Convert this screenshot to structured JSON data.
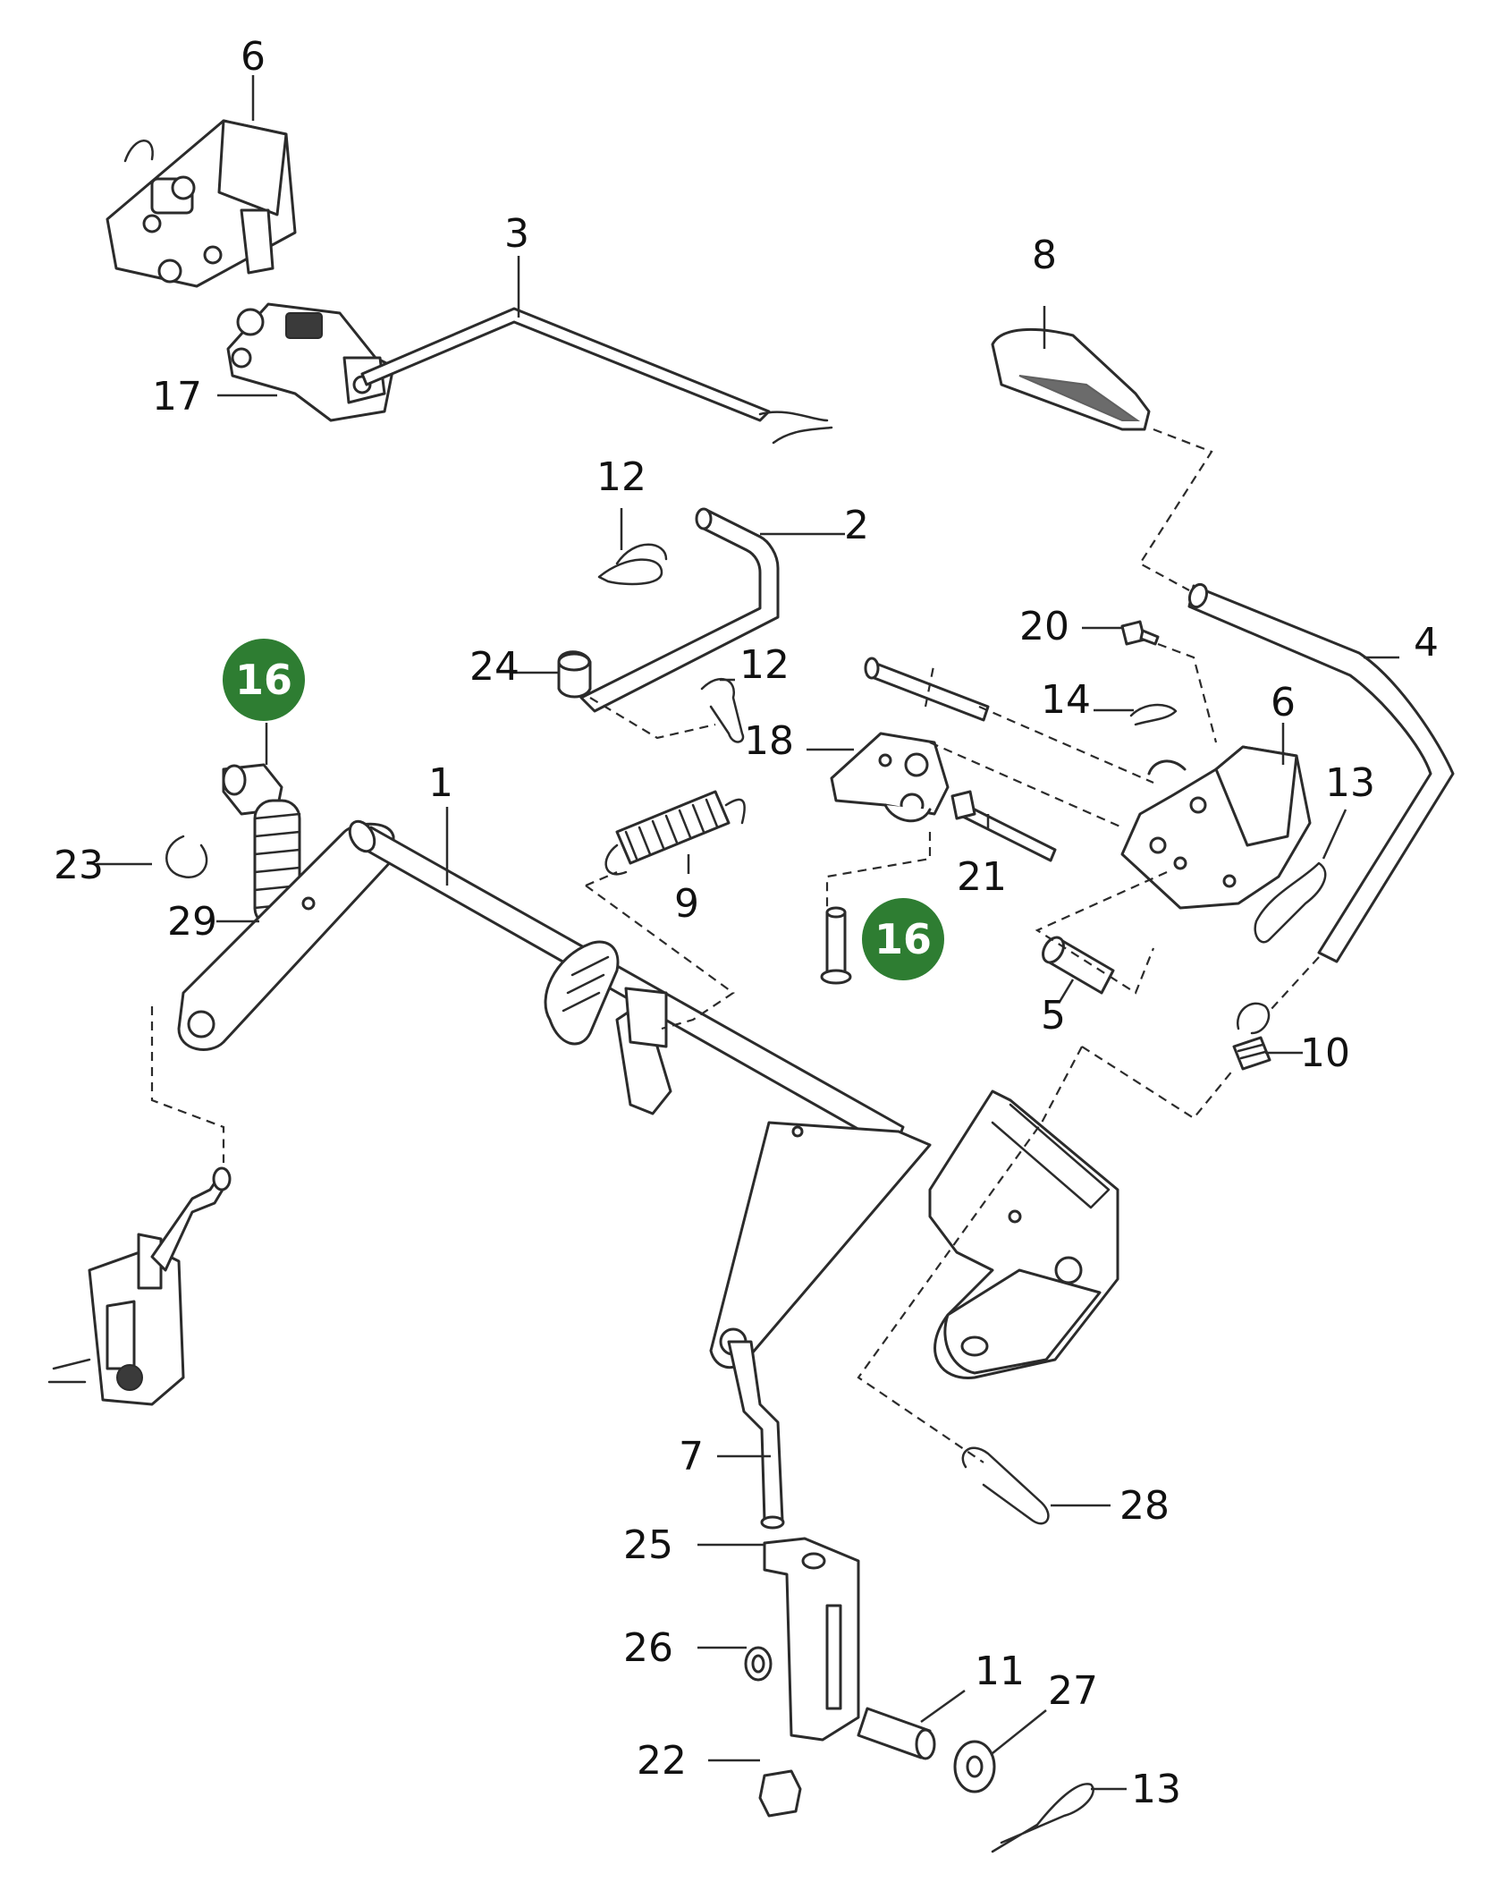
{
  "colors": {
    "highlight": "#2e7d32",
    "line": "#2b2b2b",
    "label": "#111111",
    "background": "#ffffff"
  },
  "labels": {
    "p1": "1",
    "p2": "2",
    "p3": "3",
    "p4": "4",
    "p5": "5",
    "p6a": "6",
    "p6b": "6",
    "p7": "7",
    "p8": "8",
    "p9": "9",
    "p10": "10",
    "p11": "11",
    "p12a": "12",
    "p12b": "12",
    "p13a": "13",
    "p13b": "13",
    "p14": "14",
    "p16a": "16",
    "p16b": "16",
    "p17": "17",
    "p18": "18",
    "p20": "20",
    "p21": "21",
    "p22": "22",
    "p23": "23",
    "p24": "24",
    "p25": "25",
    "p26": "26",
    "p27": "27",
    "p28": "28",
    "p29": "29"
  },
  "highlighted_part": "16"
}
